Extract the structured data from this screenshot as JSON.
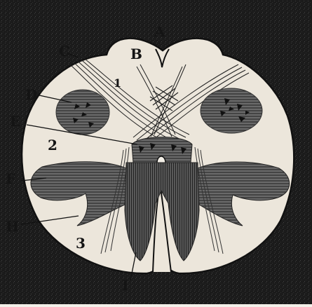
{
  "figure": {
    "labels": {
      "A": "A",
      "B": "B",
      "C": "C",
      "D": "D",
      "E": "E",
      "F": "F",
      "H": "H",
      "I": "I",
      "n1": "1",
      "n2": "2",
      "n3": "3"
    },
    "colors": {
      "background": "#1a1a1a",
      "section": "#ece6db",
      "grey_matter": "#5a5a5a",
      "ink": "#141414"
    }
  }
}
